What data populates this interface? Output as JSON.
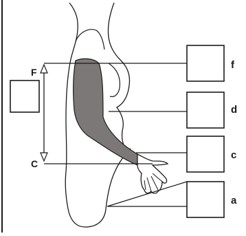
{
  "diagram": {
    "colors": {
      "background": "#ffffff",
      "ink": "#1a1a1a",
      "sleeve_fill": "#7d7878",
      "box_fill": "#ffffff"
    },
    "point_labels": {
      "top": "F",
      "bottom": "C"
    },
    "boxes": [
      {
        "id": "f",
        "label": "f"
      },
      {
        "id": "d",
        "label": "d"
      },
      {
        "id": "c",
        "label": "c"
      },
      {
        "id": "a",
        "label": "a"
      }
    ]
  }
}
